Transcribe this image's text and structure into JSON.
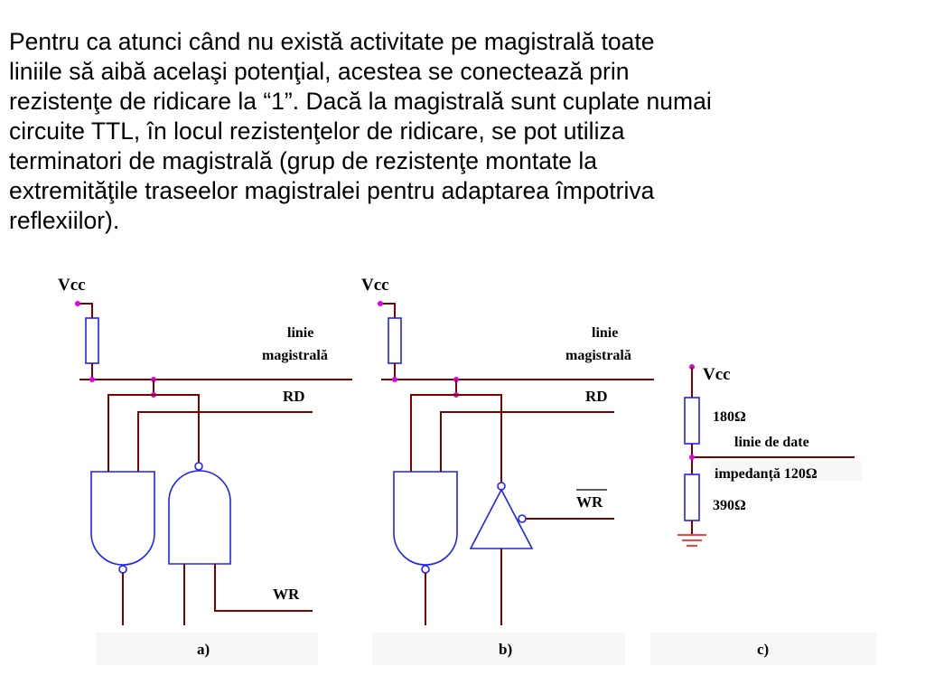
{
  "paragraph": {
    "lines": [
      "Pentru ca atunci când nu există activitate pe magistrală toate",
      "liniile să aibă acelaşi potenţial, acestea se conectează prin",
      "rezistenţe de ridicare la “1”. Dacă la magistrală sunt cuplate numai",
      "circuite TTL, în locul rezistenţelor de ridicare, se pot utiliza",
      "terminatori de magistrală (grup de rezistenţe montate la",
      "extremităţile traseelor magistralei pentru adaptarea împotriva",
      "reflexiilor)."
    ]
  },
  "diagram_a": {
    "vcc": "Vcc",
    "bus_label_1": "linie",
    "bus_label_2": "magistrală",
    "rd": "RD",
    "wr": "WR",
    "caption": "a)"
  },
  "diagram_b": {
    "vcc": "Vcc",
    "bus_label_1": "linie",
    "bus_label_2": "magistrală",
    "rd": "RD",
    "wr": "WR",
    "caption": "b)"
  },
  "diagram_c": {
    "vcc": "Vcc",
    "r1": "180Ω",
    "data_line": "linie de date",
    "impedance": "impedanță 120Ω",
    "r2": "390Ω",
    "caption": "c)"
  },
  "colors": {
    "wire": "#800000",
    "gate_outline": "#2020ff",
    "junction": "#e000e0",
    "ground": "#ff4040"
  }
}
